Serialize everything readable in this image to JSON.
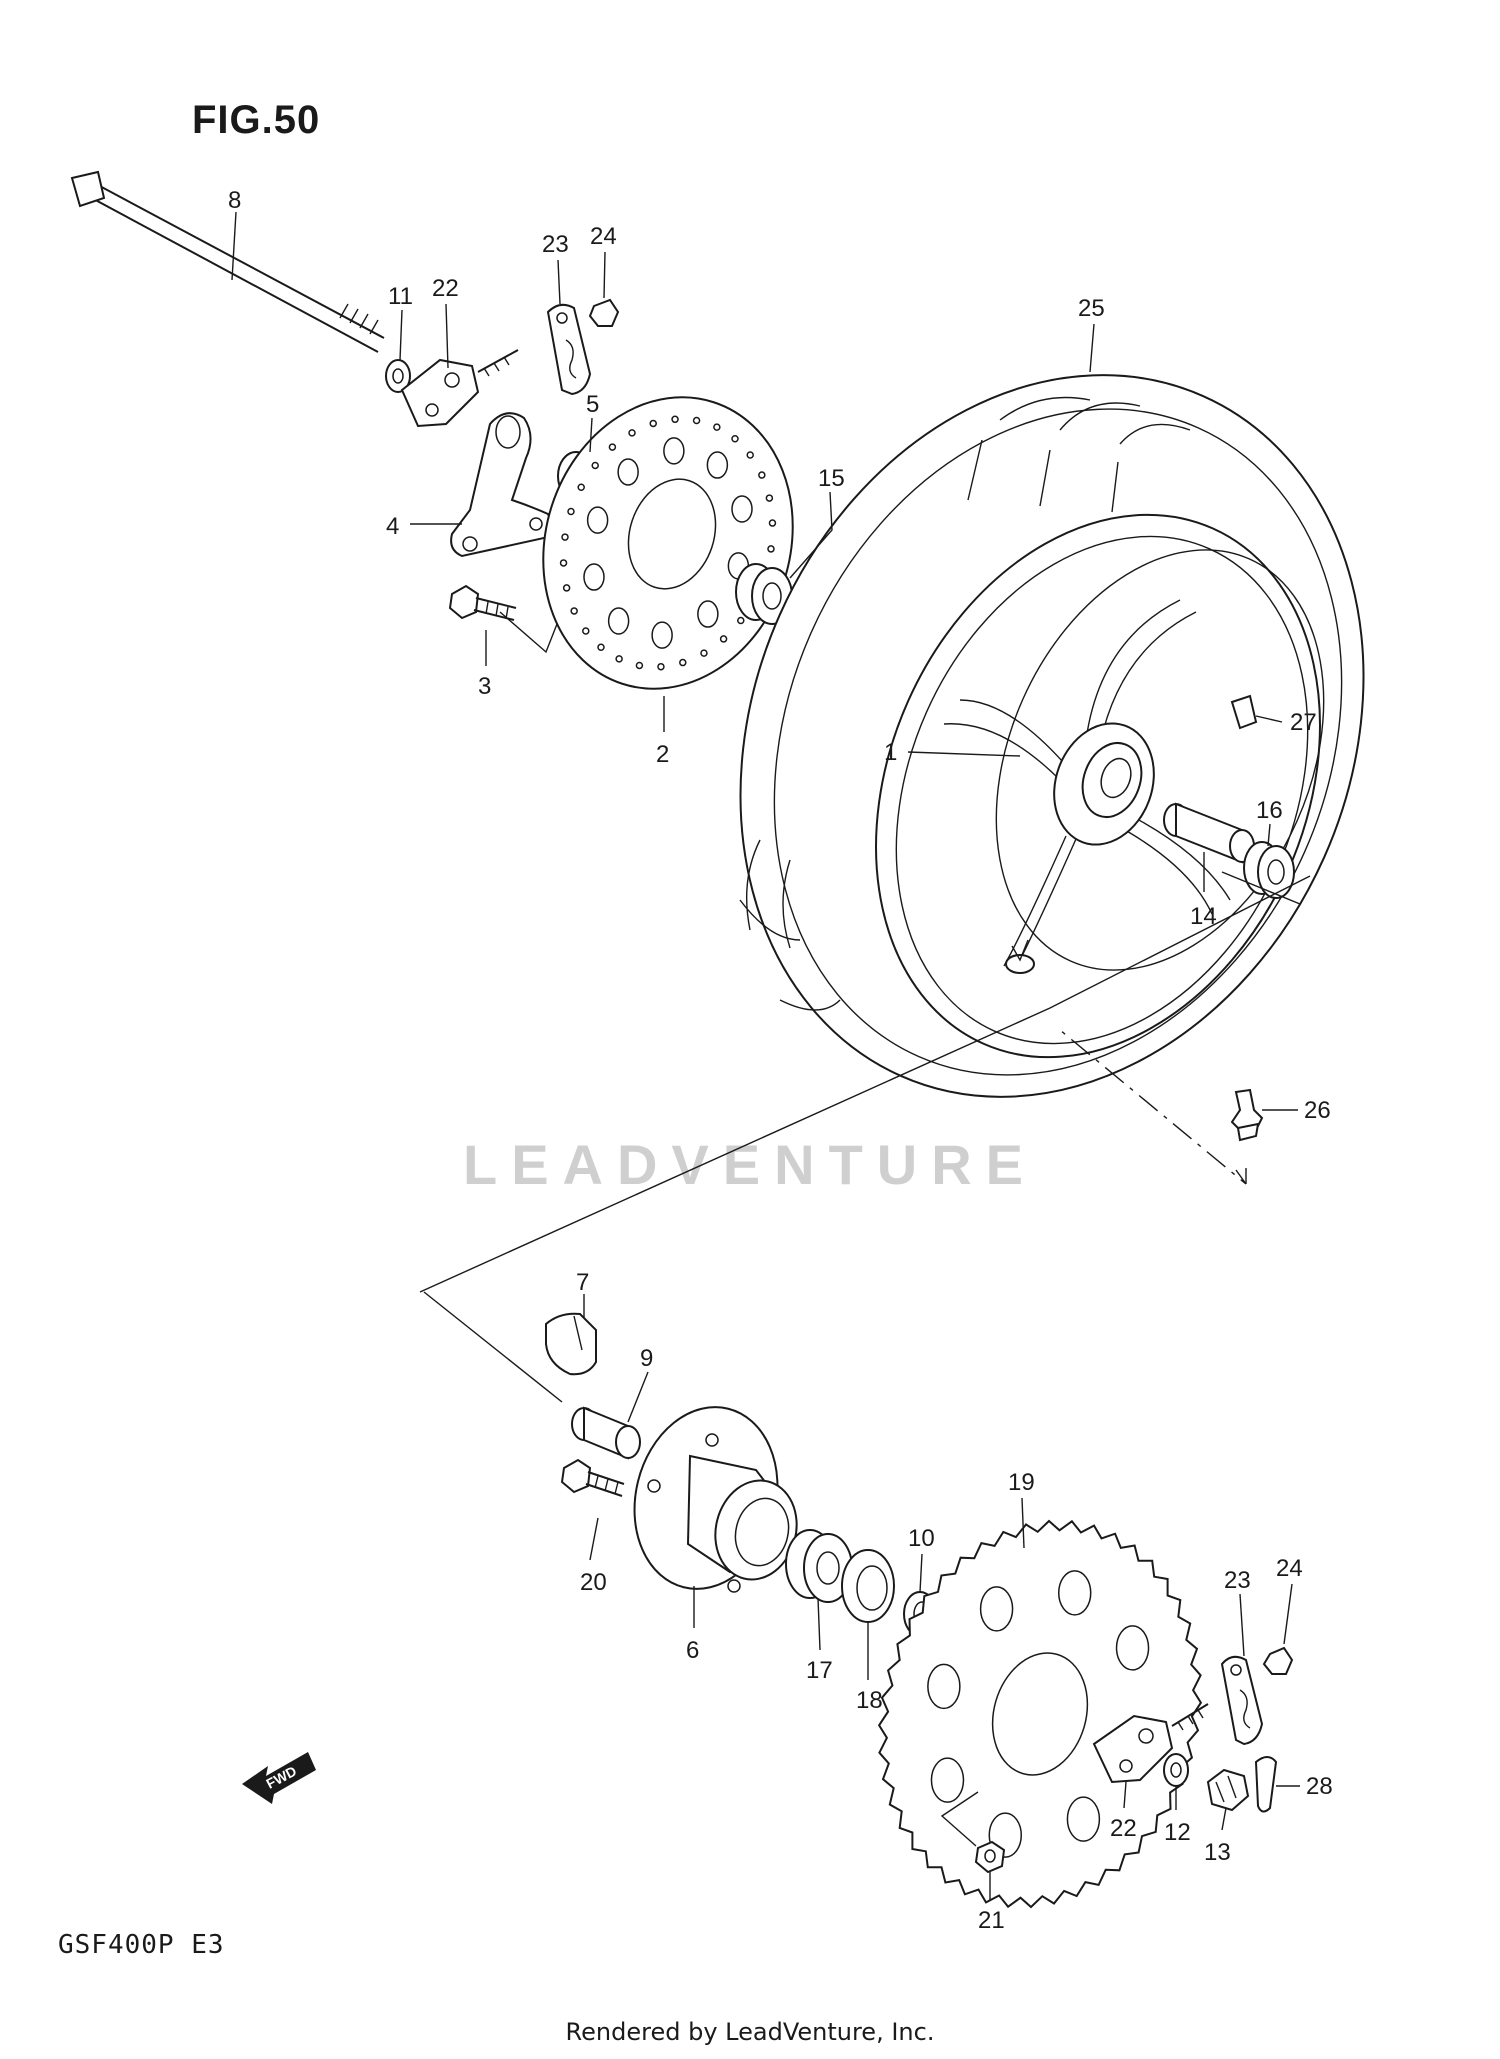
{
  "figure": {
    "title": "FIG.50",
    "model_code": "GSF400P  E3"
  },
  "watermark": {
    "text": "LEADVENTURE"
  },
  "footer": {
    "rendered_by": "Rendered by LeadVenture, Inc."
  },
  "fwd_arrow": {
    "text": "FWD"
  },
  "callouts": [
    {
      "num": "1"
    },
    {
      "num": "2"
    },
    {
      "num": "3"
    },
    {
      "num": "4"
    },
    {
      "num": "5"
    },
    {
      "num": "6"
    },
    {
      "num": "7"
    },
    {
      "num": "8"
    },
    {
      "num": "9"
    },
    {
      "num": "10"
    },
    {
      "num": "11"
    },
    {
      "num": "12"
    },
    {
      "num": "13"
    },
    {
      "num": "14"
    },
    {
      "num": "15"
    },
    {
      "num": "16"
    },
    {
      "num": "17"
    },
    {
      "num": "18"
    },
    {
      "num": "19"
    },
    {
      "num": "20"
    },
    {
      "num": "21"
    },
    {
      "num": "22"
    },
    {
      "num": "22"
    },
    {
      "num": "23"
    },
    {
      "num": "23"
    },
    {
      "num": "24"
    },
    {
      "num": "24"
    },
    {
      "num": "25"
    },
    {
      "num": "26"
    },
    {
      "num": "27"
    },
    {
      "num": "28"
    }
  ]
}
